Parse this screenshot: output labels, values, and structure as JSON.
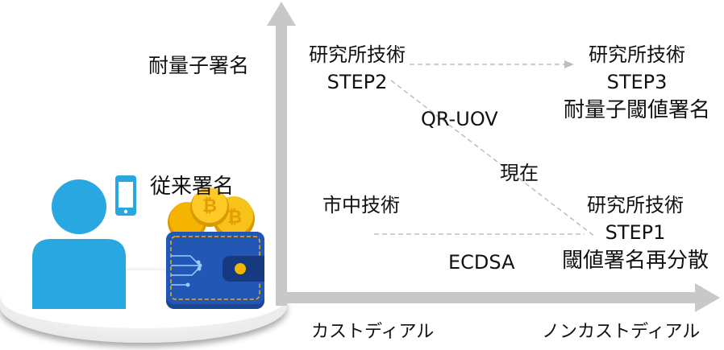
{
  "axes": {
    "y_top_label": "耐量子署名",
    "y_bottom_label": "従来署名",
    "x_left_label": "カストディアル",
    "x_right_label": "ノンカストディアル"
  },
  "nodes": {
    "step2": {
      "line1": "研究所技術",
      "line2": "STEP2"
    },
    "step3": {
      "line1": "研究所技術",
      "line2": "STEP3",
      "line3": "耐量子閾値署名"
    },
    "step1": {
      "line1": "研究所技術",
      "line2": "STEP1",
      "line3": "閾値署名再分散"
    },
    "market": {
      "label": "市中技術"
    }
  },
  "annotations": {
    "qr_uov": "QR-UOV",
    "current": "現在",
    "ecdsa": "ECDSA"
  },
  "colors": {
    "axis": "#c8c8c8",
    "person": "#29a7e1",
    "wallet": "#1f4fa8",
    "coin": "#f4b400",
    "dashed": "#bdbdbd"
  },
  "icons": [
    "person-icon",
    "smartphone-icon",
    "wallet-icon",
    "bitcoin-coin-icon"
  ]
}
